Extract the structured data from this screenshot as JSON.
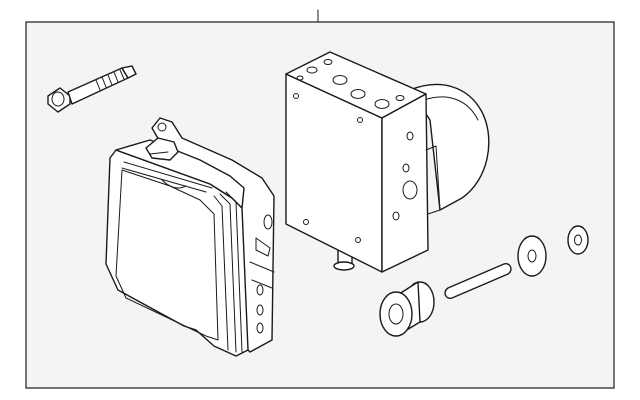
{
  "diagram": {
    "parts": [
      {
        "id": "bolt",
        "icon": "bolt-icon"
      },
      {
        "id": "control-module",
        "icon": "ecu-module-icon"
      },
      {
        "id": "hydraulic-unit",
        "icon": "abs-pump-icon"
      },
      {
        "id": "bushing",
        "icon": "grommet-icon"
      },
      {
        "id": "pin",
        "icon": "pin-icon"
      },
      {
        "id": "washer-large",
        "icon": "washer-icon"
      },
      {
        "id": "washer-small",
        "icon": "washer-icon"
      }
    ],
    "colors": {
      "line": "#1a1a1a",
      "frame_fill": "#f4f4f4",
      "part_fill": "#ffffff"
    }
  }
}
